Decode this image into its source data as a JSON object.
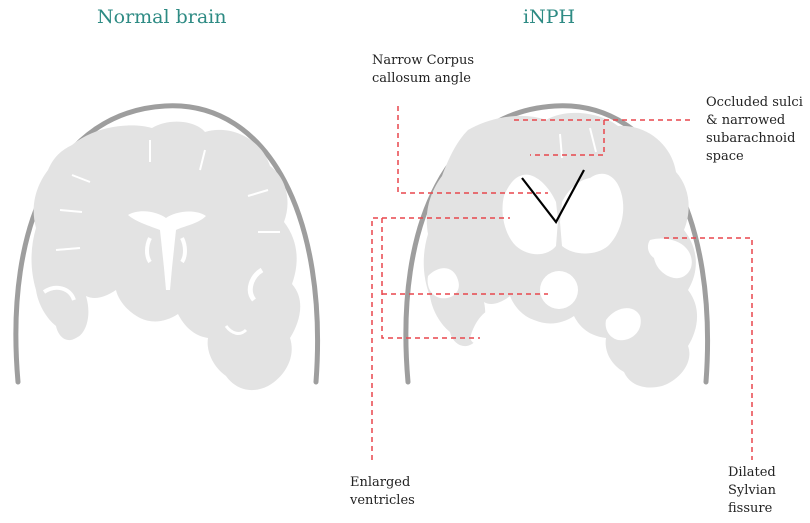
{
  "titles": {
    "left": "Normal brain",
    "right": "iNPH"
  },
  "annotations": {
    "corpus": [
      "Narrow Corpus",
      "callosum angle"
    ],
    "sulci": [
      "Occluded sulci",
      "& narrowed",
      "subarachnoid",
      "space"
    ],
    "ventricles": [
      "Enlarged",
      "ventricles"
    ],
    "sylvian": [
      "Dilated",
      "Sylvian",
      "fissure"
    ]
  },
  "colors": {
    "title": "#2e8b84",
    "brain": "#e3e3e3",
    "skull": "#9e9e9e",
    "annotation_line": "#e8474d",
    "angle_line": "#000000"
  }
}
